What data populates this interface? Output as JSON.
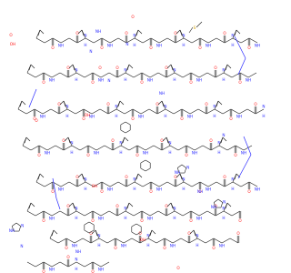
{
  "molecule": {
    "name": "",
    "atoms": {
      "N": "N",
      "NH": "NH",
      "H": "H",
      "O": "O",
      "OH": "OH",
      "S": "S"
    },
    "colors": {
      "carbon": "#1a1a1a",
      "nitrogen": "#2b2bff",
      "oxygen": "#ff1a1a",
      "sulfur": "#d4a300",
      "background": "#ffffff"
    },
    "residue_rows": 8
  }
}
